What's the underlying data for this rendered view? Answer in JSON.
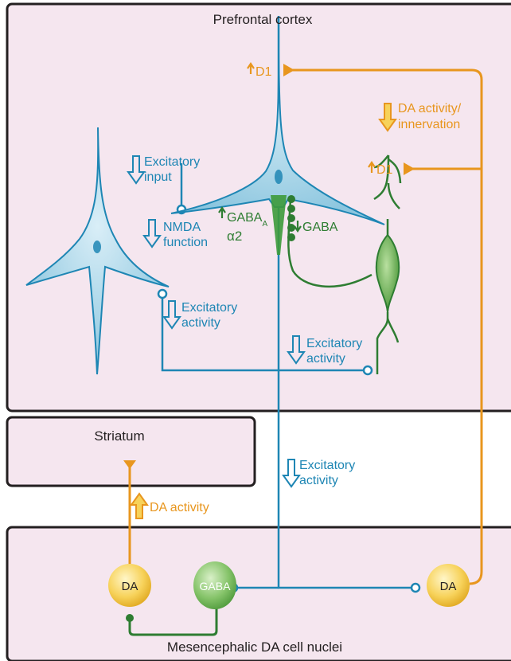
{
  "regions": {
    "pfc": "Prefrontal cortex",
    "striatum": "Striatum",
    "midbrain": "Mesencephalic DA cell nuclei"
  },
  "labels": {
    "d1_top": "D1",
    "d1_mid": "D1",
    "da_innervation_1": "DA activity/",
    "da_innervation_2": "innervation",
    "exc_input_1": "Excitatory",
    "exc_input_2": "input",
    "nmda_1": "NMDA",
    "nmda_2": "function",
    "gabaa_main": "GABA",
    "gabaa_sub": "A",
    "gabaa_alpha": "α2",
    "gaba_down": "GABA",
    "exc_act_left_1": "Excitatory",
    "exc_act_left_2": "activity",
    "exc_act_right_1": "Excitatory",
    "exc_act_right_2": "activity",
    "exc_act_lower_1": "Excitatory",
    "exc_act_lower_2": "activity",
    "da_activity": "DA activity",
    "cell_da_left": "DA",
    "cell_gaba": "GABA",
    "cell_da_right": "DA"
  },
  "colors": {
    "region_fill": "#f5e6ef",
    "border": "#231f20",
    "glutamate_blue": "#1e86b4",
    "dopamine_orange": "#e8961e",
    "gaba_green": "#2e7d32",
    "arrow_outline": "#1e86b4"
  }
}
